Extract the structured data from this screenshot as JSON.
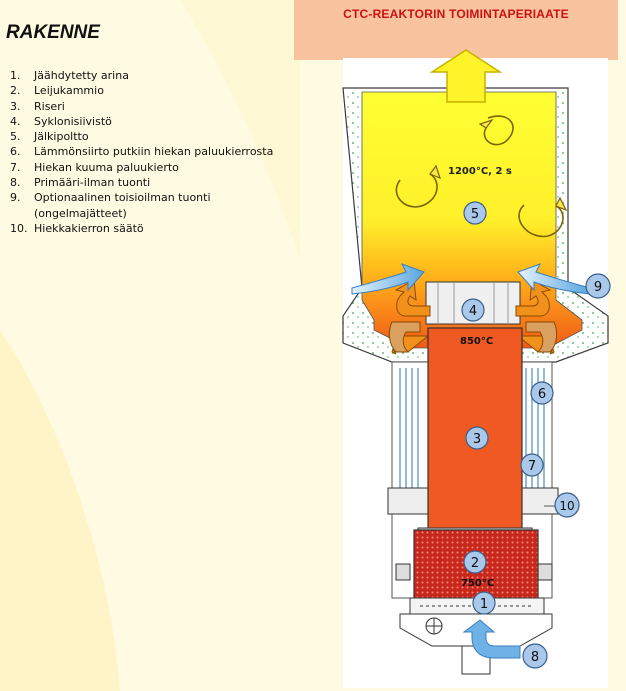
{
  "banner": {
    "title": "CTC-REAKTORIN TOIMINTAPERIAATE"
  },
  "heading": "RAKENNE",
  "legend": [
    {
      "num": "1.",
      "text": "Jäähdytetty arina"
    },
    {
      "num": "2.",
      "text": "Leijukammio"
    },
    {
      "num": "3.",
      "text": "Riseri"
    },
    {
      "num": "4.",
      "text": "Syklonisiivistö"
    },
    {
      "num": "5.",
      "text": "Jälkipoltto"
    },
    {
      "num": "6.",
      "text": "Lämmönsiirto putkiin hiekan paluukierrosta"
    },
    {
      "num": "7.",
      "text": "Hiekan kuuma paluukierto"
    },
    {
      "num": "8.",
      "text": "Primääri-ilman tuonti"
    },
    {
      "num": "9.",
      "text": "Optionaalinen toisioilman tuonti (ongelmajätteet)"
    },
    {
      "num": "10.",
      "text": "Hiekkakierron säätö"
    }
  ],
  "diagram": {
    "temp_top": "1200°C, 2 s",
    "temp_riser": "850°C",
    "temp_bed": "750°C",
    "markers": {
      "m1": "1",
      "m2": "2",
      "m3": "3",
      "m4": "4",
      "m5": "5",
      "m6": "6",
      "m7": "7",
      "m8": "8",
      "m9": "9",
      "m10": "10"
    }
  },
  "colors": {
    "banner": "#f9c39f",
    "title_red": "#cc1111",
    "riser": "#f05a22",
    "bed": "#c8281c",
    "marker": "#a9c8ea"
  }
}
